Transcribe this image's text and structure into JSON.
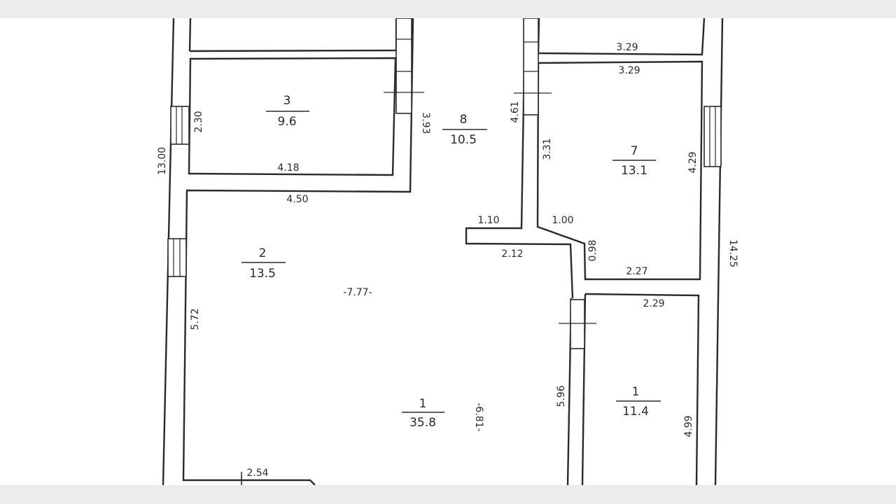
{
  "rooms": [
    {
      "number": "3",
      "area": "9.6"
    },
    {
      "number": "8",
      "area": "10.5"
    },
    {
      "number": "7",
      "area": "13.1"
    },
    {
      "number": "2",
      "area": "13.5"
    },
    {
      "number": "1",
      "area": "35.8"
    },
    {
      "number": "1",
      "area": "11.4"
    }
  ],
  "dimensions": {
    "top_right_outer": "3.29",
    "top_right_inner": "3.29",
    "r3_height": "2.30",
    "r3_width": "4.18",
    "r3_right": "3.93",
    "overall_left": "13.00",
    "hall_right_upper": "4.61",
    "r7_left": "3.31",
    "r7_right": "4.29",
    "r2_top": "4.50",
    "step_1_10": "1.10",
    "step_1_00": "1.00",
    "step_2_12": "2.12",
    "step_0_98": "0.98",
    "r7_bottom": "2.27",
    "r_right_top": "2.29",
    "overall_right": "14.25",
    "living_width": "-7.77-",
    "r2_left": "5.72",
    "living_height": "-6.81-",
    "r1b_left": "5.96",
    "r1b_right": "4.99",
    "bottom_left": "2.54"
  }
}
